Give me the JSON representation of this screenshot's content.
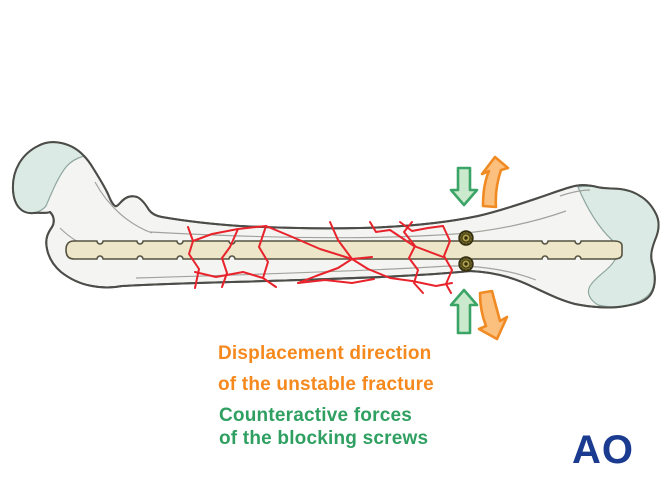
{
  "annotations": {
    "displacement": {
      "line1": "Displacement direction",
      "line2": "of the unstable fracture",
      "color": "#F6891E"
    },
    "counteractive": {
      "line1": "Counteractive forces",
      "line2": "of the blocking screws",
      "color": "#2FA061"
    }
  },
  "logo": {
    "text": "AO",
    "color": "#1A3B8F"
  },
  "illustration": {
    "subject": "femur-with-intramedullary-nail-and-blocking-screws",
    "blocking_screw_count": 2,
    "colors": {
      "bone_fill": "#F4F4F2",
      "bone_outline": "#4C4C49",
      "cartilage": "#DBEAE5",
      "nail_fill": "#EDE6C9",
      "nail_outline": "#55523F",
      "fracture": "#E8232B",
      "screw": "#6B6226",
      "arrow_green_fill": "#CBE9CC",
      "arrow_green_stroke": "#3BA567",
      "arrow_orange_fill": "#FBBF7E",
      "arrow_orange_stroke": "#F08A23"
    }
  }
}
